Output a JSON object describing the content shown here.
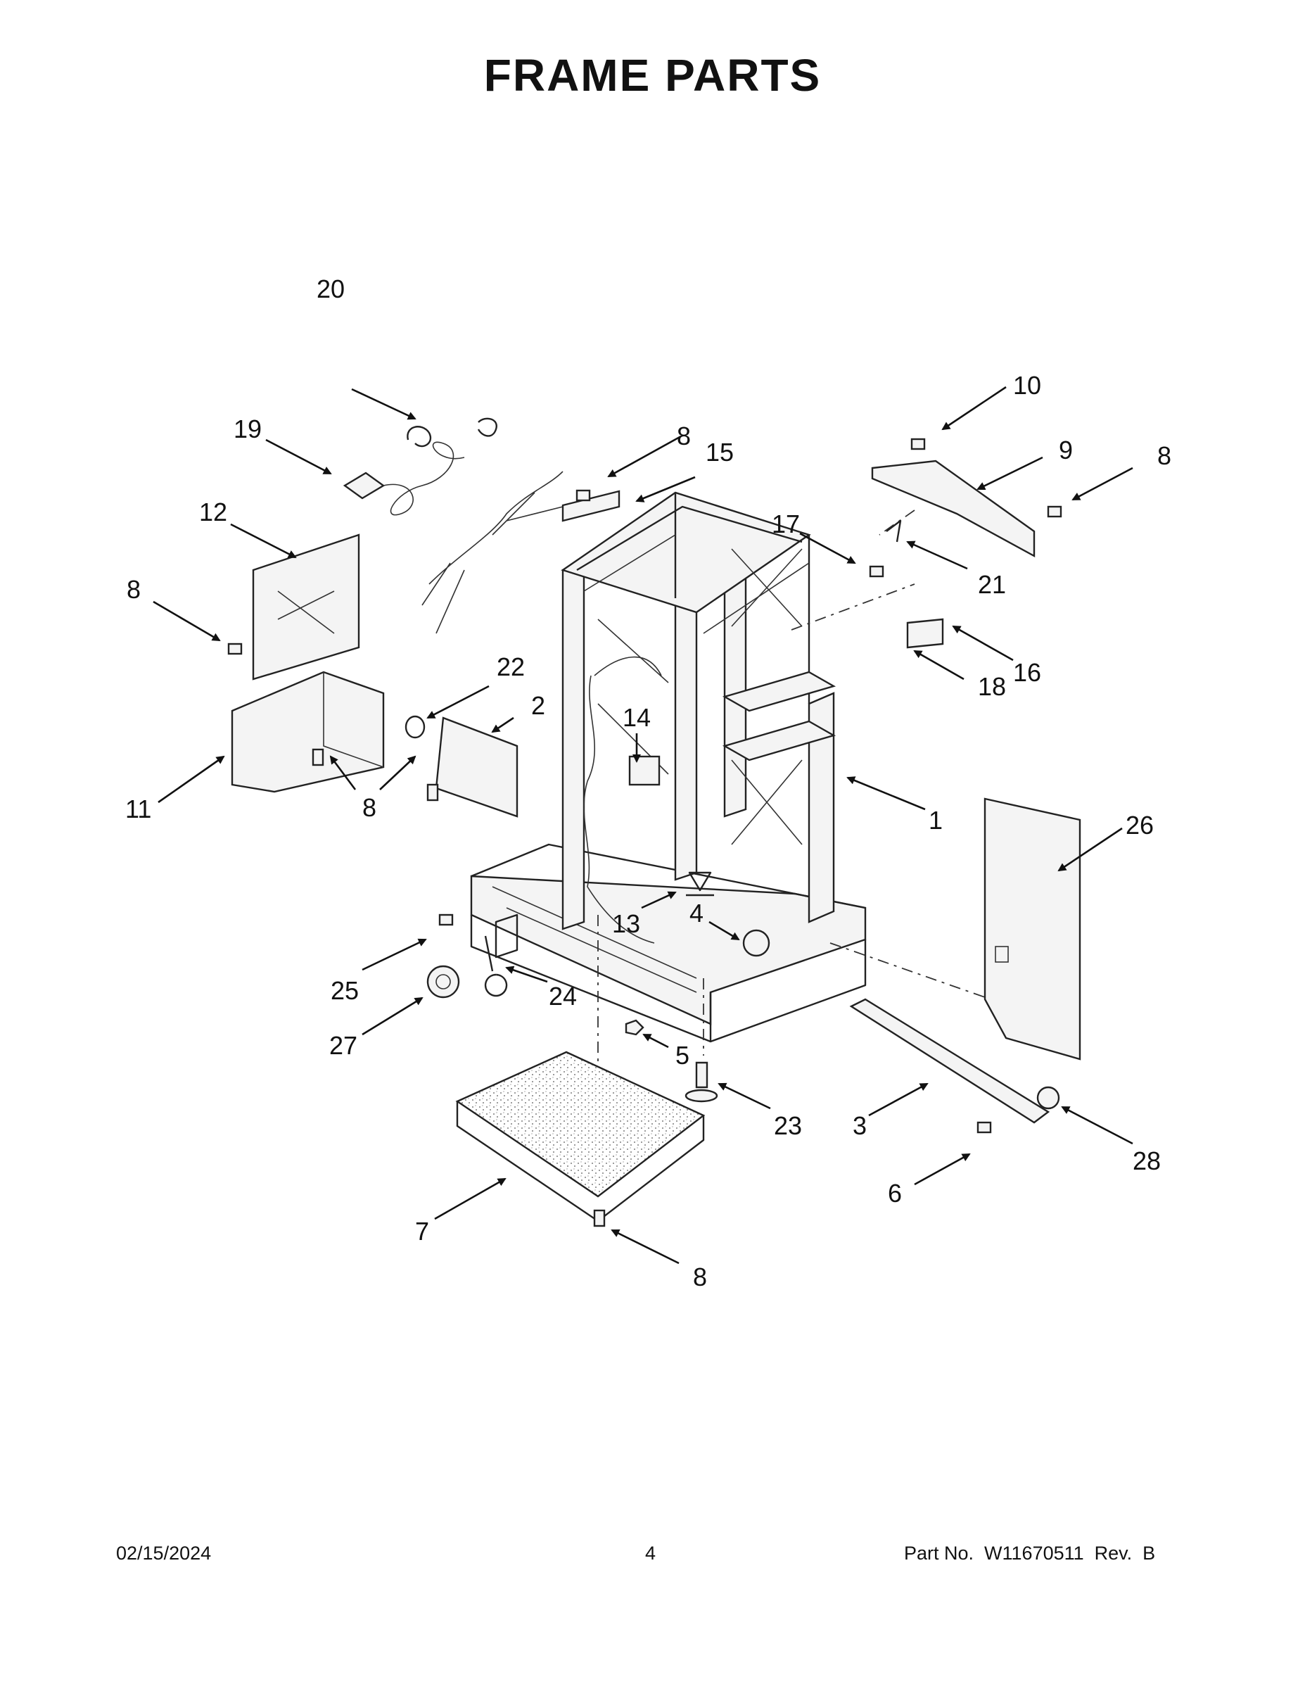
{
  "page": {
    "title": "FRAME PARTS",
    "footer": {
      "date": "02/15/2024",
      "page_number": "4",
      "part_number": "Part No.  W11670511  Rev.  B"
    }
  },
  "callouts": [
    "20",
    "19",
    "12",
    "8",
    "22",
    "2",
    "11",
    "8",
    "8",
    "15",
    "14",
    "17",
    "10",
    "9",
    "8",
    "21",
    "16",
    "18",
    "1",
    "26",
    "13",
    "4",
    "25",
    "24",
    "27",
    "5",
    "23",
    "3",
    "28",
    "6",
    "7",
    "8"
  ]
}
